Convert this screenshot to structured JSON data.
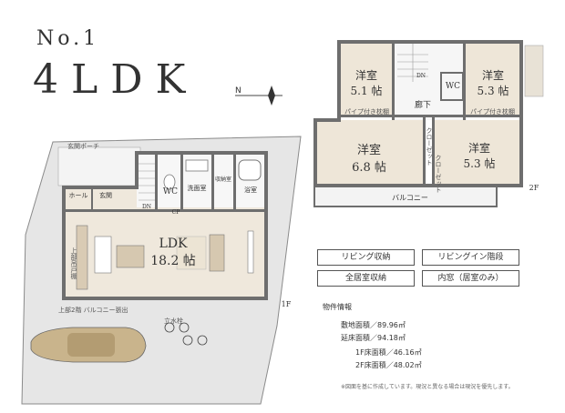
{
  "header": {
    "number": "No.1",
    "layout_type": "4LDK"
  },
  "floor2": {
    "floor_label": "2F",
    "rooms": [
      {
        "name": "洋室",
        "size": "5.1 帖"
      },
      {
        "name": "洋室",
        "size": "5.3 帖"
      },
      {
        "name": "洋室",
        "size": "6.8 帖"
      },
      {
        "name": "洋室",
        "size": "5.3 帖"
      }
    ],
    "wc": "WC",
    "dn": "DN",
    "hallway": "廊下",
    "balcony": "バルコニー",
    "closet_labels": [
      "パイプ付き枕棚",
      "パイプ付き枕棚",
      "クローゼット",
      "クローゼット"
    ]
  },
  "floor1": {
    "floor_label": "1F",
    "ldk": {
      "name": "LDK",
      "size": "18.2 帖"
    },
    "wc": "WC",
    "entrance_hall": "ホール",
    "entrance": "玄関",
    "washroom": "洗面室",
    "storage": "収納室",
    "bathroom": "浴室",
    "dn": "DN",
    "cp": "CP",
    "porch": "玄関ポーチ",
    "upper_labels": [
      "上部吊戸棚",
      "上部2階 バルコニー張出"
    ],
    "bike_label": "立水栓"
  },
  "features": [
    "リビング収納",
    "リビングイン階段",
    "全居室収納",
    "内窓（居室のみ）"
  ],
  "property_info": {
    "title": "物件情報",
    "lines": [
      "敷地面積／89.96㎡",
      "延床面積／94.18㎡",
      "1F床面積／46.16㎡",
      "2F床面積／48.02㎡"
    ],
    "note": "※図面を基に作成しています。現況と異なる場合は現況を優先します。"
  },
  "colors": {
    "wall": "#6e6e6e",
    "wood_floor": "#e9dfcf",
    "tile": "#dcdcdc",
    "car": "#c9b48c"
  },
  "icons": [
    "compass-north-icon",
    "car-icon",
    "bicycle-icon"
  ]
}
